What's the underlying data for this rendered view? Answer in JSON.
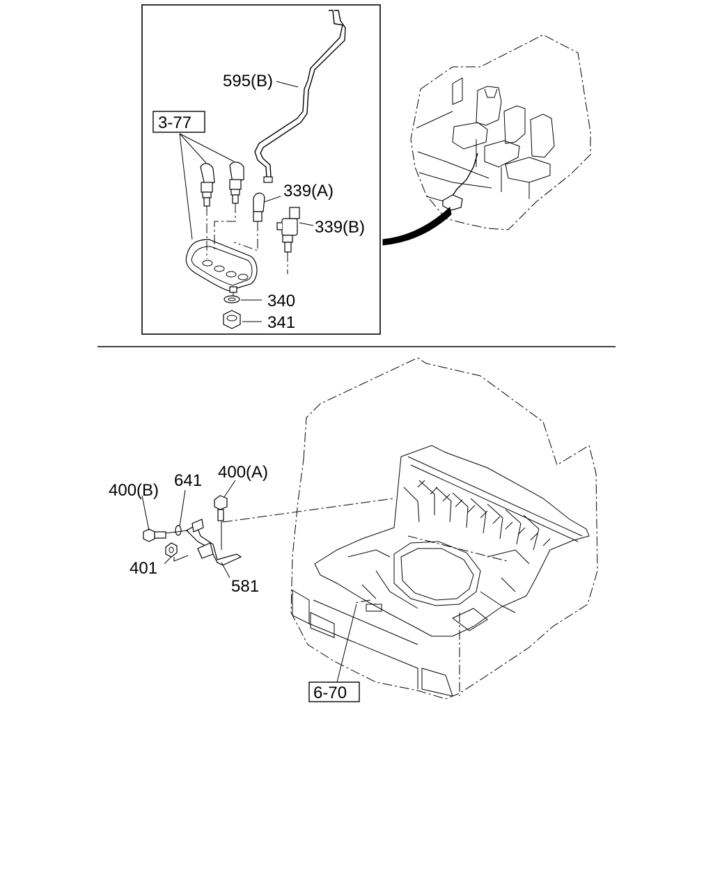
{
  "callouts": {
    "p595b": "595(B)",
    "p3_77": "3-77",
    "p339a": "339(A)",
    "p339b": "339(B)",
    "p340": "340",
    "p341": "341",
    "p400b": "400(B)",
    "p641": "641",
    "p400a": "400(A)",
    "p401": "401",
    "p581": "581",
    "p6_70": "6-70"
  }
}
